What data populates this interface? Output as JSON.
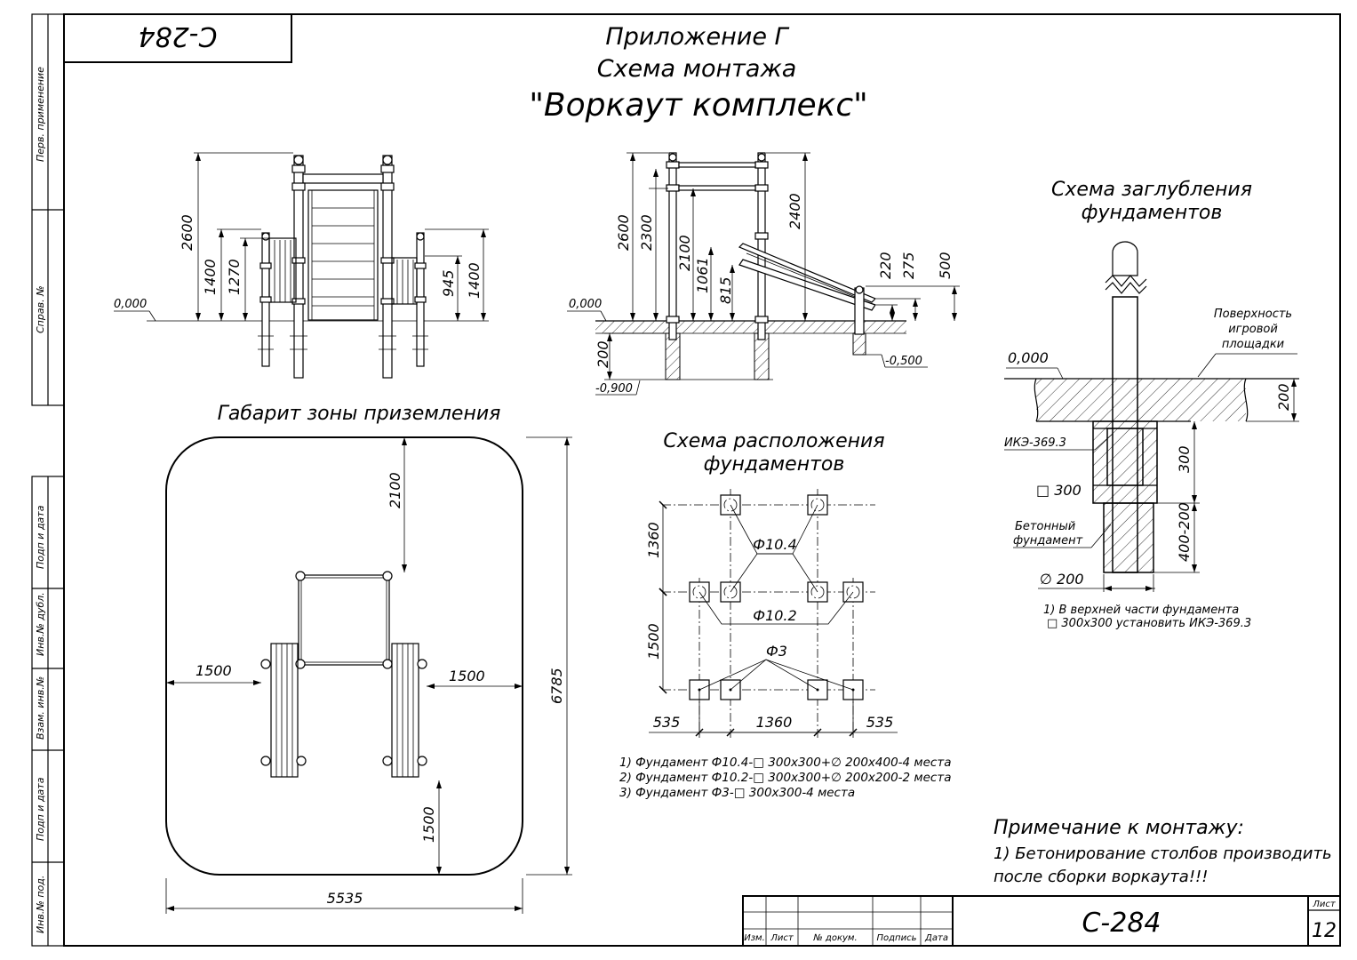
{
  "stamp_top": "С-284",
  "header": {
    "line1": "Приложение Г",
    "line2": "Схема монтажа",
    "line3": "\"Воркаут комплекс\""
  },
  "side_labels": {
    "perv": "Перв. применение",
    "sprav": "Справ. №",
    "podp1": "Подп и дата",
    "inv_dubl": "Инв.№ дубл.",
    "vzam": "Взам. инв.№",
    "podp2": "Подп и дата",
    "inv_pod": "Инв.№ под."
  },
  "front_view": {
    "zero": "0,000",
    "dims": [
      "2600",
      "1400",
      "1270",
      "945",
      "1400"
    ]
  },
  "side_view": {
    "zero": "0,000",
    "dims": [
      "2600",
      "2300",
      "2100",
      "1061",
      "815",
      "2400",
      "220",
      "275",
      "500",
      "200"
    ],
    "level_low": "-0,900",
    "level_mid": "-0,500"
  },
  "zone": {
    "title": "Габарит зоны приземления",
    "dims": {
      "top": "2100",
      "left": "1500",
      "right": "1500",
      "bottom": "1500",
      "width": "5535",
      "height": "6785"
    }
  },
  "foundation_layout": {
    "title_line1": "Схема расположения",
    "title_line2": "фундаментов",
    "labels": {
      "f104": "Ф10.4",
      "f102": "Ф10.2",
      "f3": "Ф3"
    },
    "dims": {
      "v1": "1360",
      "v2": "1500",
      "h1": "535",
      "h2": "1360",
      "h3": "535"
    },
    "notes": [
      "1) Фундамент Ф10.4-□ 300х300+∅ 200х400-4 места",
      "2) Фундамент Ф10.2-□ 300х300+∅ 200х200-2 места",
      "3) Фундамент Ф3-□ 300х300-4 места"
    ]
  },
  "depth_scheme": {
    "title_line1": "Схема заглубления",
    "title_line2": "фундаментов",
    "surface_line1": "Поверхность",
    "surface_line2": "игровой",
    "surface_line3": "площадки",
    "zero": "0,000",
    "ike": "ИКЭ-369.3",
    "square": "□ 300",
    "concrete_line1": "Бетонный",
    "concrete_line2": "фундамент",
    "diameter": "∅ 200",
    "dims": {
      "d200": "200",
      "d300": "300",
      "d400": "400-200"
    },
    "note_line1": "1) В верхней части фундамента",
    "note_line2": "□ 300х300 установить ИКЭ-369.3"
  },
  "mount_note": {
    "title": "Примечание к монтажу:",
    "line1": "1) Бетонирование столбов производить",
    "line2": "после сборки воркаута!!!"
  },
  "title_block": {
    "code": "С-284",
    "list_label": "Лист",
    "list_num": "12",
    "cols": [
      "Изм.",
      "Лист",
      "№ докум.",
      "Подпись",
      "Дата"
    ]
  }
}
